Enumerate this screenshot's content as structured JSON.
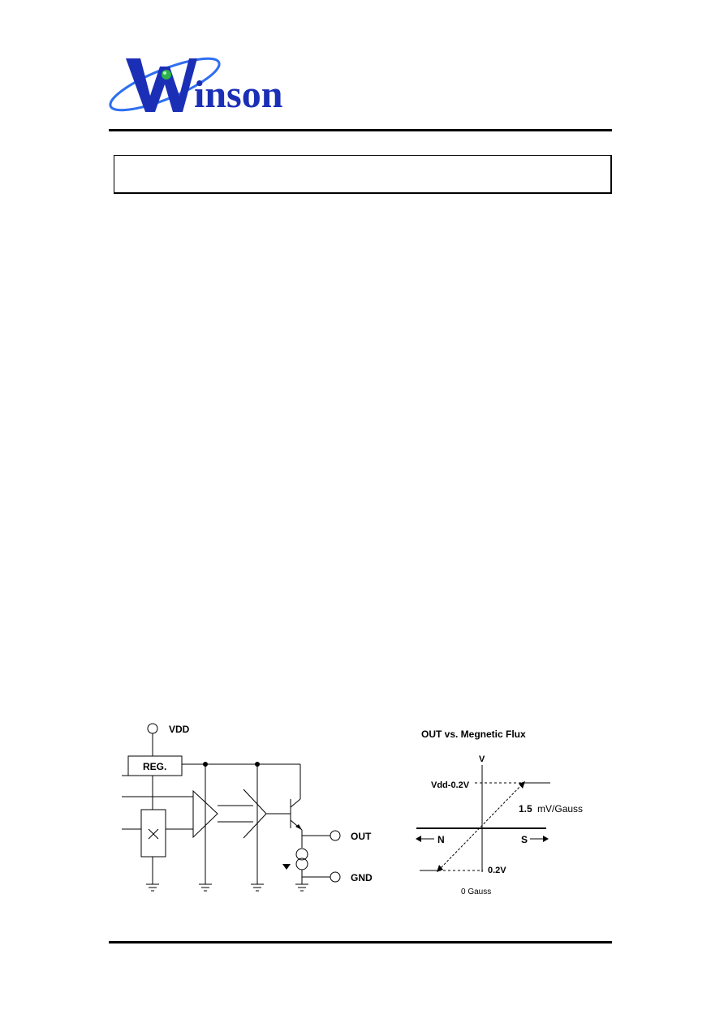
{
  "logo": {
    "text": "Winson",
    "colors": {
      "blue": "#1b2fb6",
      "orbit": "#2f6ff0",
      "dot": "#2db24a"
    }
  },
  "header": {
    "title": ""
  },
  "block_diagram": {
    "vdd_label": "VDD",
    "reg_label": "REG.",
    "out_label": "OUT",
    "gnd_label": "GND"
  },
  "transfer_graph": {
    "title": "OUT vs. Megnetic Flux",
    "v_axis": "V",
    "top_level": "Vdd-0.2V",
    "bottom_level": "0.2V",
    "slope_value": "1.5",
    "slope_unit": "mV/Gauss",
    "north": "N",
    "south": "S",
    "gauss": "0 Gauss"
  }
}
